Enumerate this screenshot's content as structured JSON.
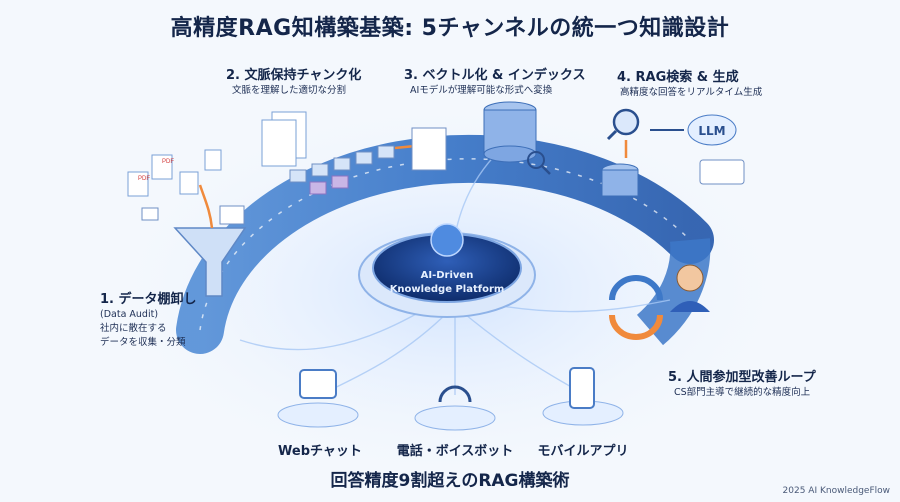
{
  "title": "高精度RAG知構築基築: 5チャンネルの統一つ知識設計",
  "subtitle": "回答精度9割超えのRAG構築術",
  "footer": "2025 AI KnowledgeFlow",
  "platform": {
    "line1": "AI-Driven",
    "line2": "Knowledge Platform"
  },
  "steps": [
    {
      "title": "1. データ棚卸し",
      "en": "(Data Audit)",
      "desc1": "社内に散在する",
      "desc2": "データを収集・分類"
    },
    {
      "title": "2. 文脈保持チャンク化",
      "desc": "文脈を理解した適切な分割"
    },
    {
      "title": "3. ベクトル化 & インデックス",
      "desc": "AIモデルが理解可能な形式へ変換"
    },
    {
      "title": "4. RAG検索 & 生成",
      "desc": "高精度な回答をリアルタイム生成",
      "llm": "LLM"
    },
    {
      "title": "5. 人間参加型改善ループ",
      "desc": "CS部門主導で継続的な精度向上"
    }
  ],
  "doc_badges": [
    "PDF",
    "PDF"
  ],
  "channels": [
    {
      "label": "Webチャット"
    },
    {
      "label": "電話・ボイスボット"
    },
    {
      "label": "モバイルアプリ"
    }
  ],
  "colors": {
    "accent": "#2f6fd6",
    "arc": "#3d78c8",
    "orange": "#f08a3c",
    "ink": "#14264a"
  }
}
